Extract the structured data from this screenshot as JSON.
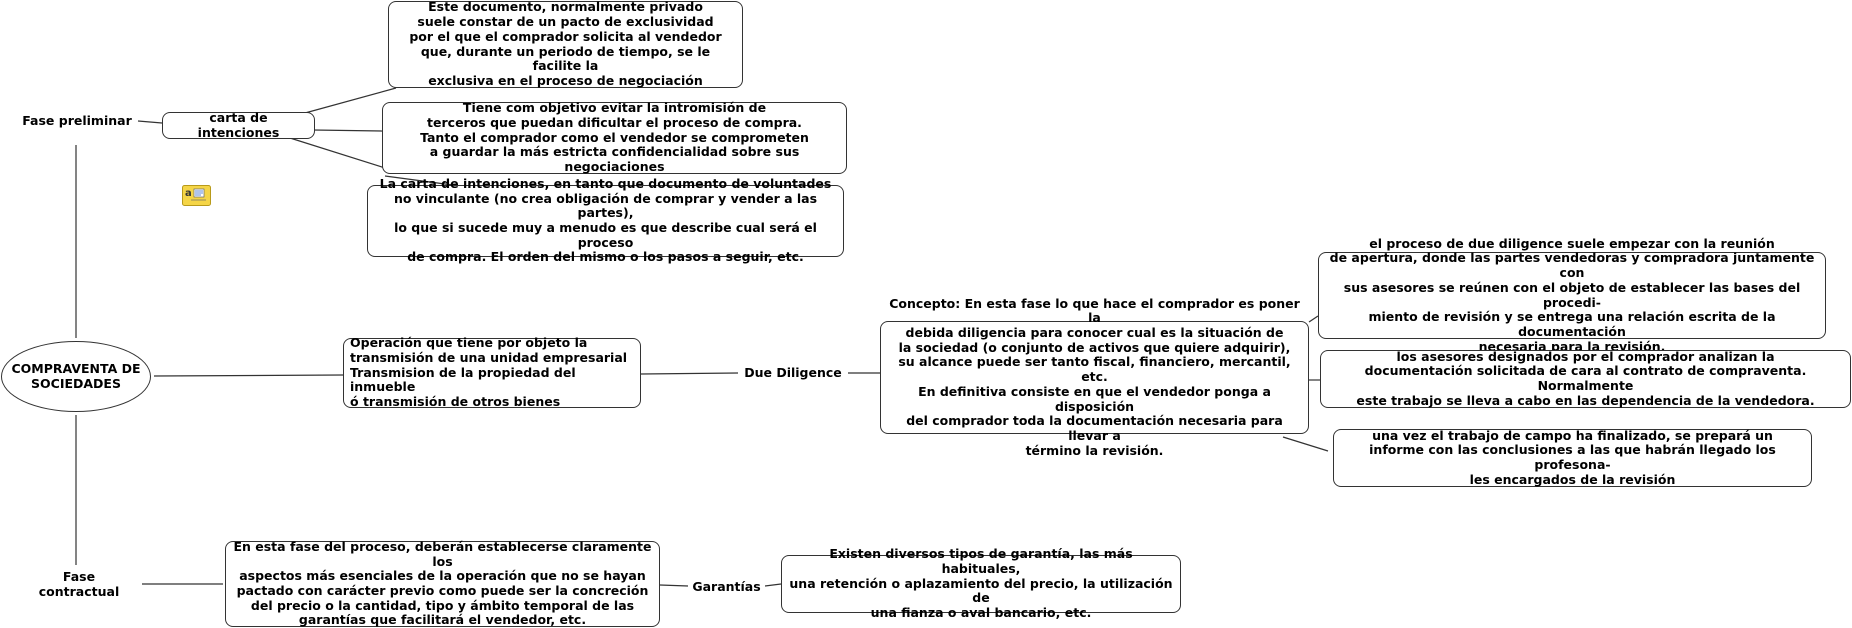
{
  "nodes": {
    "root": "COMPRAVENTA DE\nSOCIEDADES",
    "fase_preliminar": "Fase preliminar",
    "carta": "carta de intenciones",
    "carta_desc1": "Este documento, normalmente privado\nsuele constar de un pacto de exclusividad\npor el que el comprador solicita al vendedor\nque, durante un periodo de tiempo, se le facilite la\nexclusiva en el proceso de negociación",
    "carta_desc2": "Tiene com objetivo evitar la intromisión de\nterceros que puedan dificultar el proceso de compra.\nTanto el comprador como el vendedor se comprometen\na guardar la más estricta confidencialidad sobre sus negociaciones",
    "carta_desc3": "La carta de intenciones, en tanto que documento de voluntades\nno vinculante (no crea obligación de comprar y vender a las partes),\nlo que si sucede muy a menudo es que describe cual será el proceso\nde compra. El orden del mismo o los pasos a seguir, etc.",
    "operacion": "Operación que tiene por objeto la\ntransmisión de una unidad empresarial\nTransmision de la propiedad del inmueble\nó transmisión de otros bienes",
    "due_diligence": "Due Diligence",
    "concepto": "Concepto: En esta fase lo que hace el comprador es poner la\ndebida diligencia para conocer cual es la situación de\nla sociedad (o conjunto de activos que quiere adquirir),\nsu alcance puede ser tanto fiscal, financiero, mercantil, etc.\nEn definitiva consiste en que el vendedor ponga a disposición\ndel comprador toda la documentación necesaria para llevar a\ntérmino la revisión.",
    "dd1": "el proceso de due diligence suele empezar con la reunión\nde apertura, donde las partes vendedoras y compradora juntamente con\nsus asesores se reúnen con el objeto de establecer las bases del procedi-\nmiento de revisión y se entrega una relación escrita de la documentación\nnecesaria para la revisión.",
    "dd2": "los asesores designados por el comprador analizan la\ndocumentación solicitada de cara al contrato de compraventa. Normalmente\neste trabajo se lleva a cabo en las dependencia de la vendedora.",
    "dd3": "una vez el trabajo de campo ha finalizado, se prepará un\ninforme con las conclusiones a las que habrán llegado los profesona-\nles encargados de la revisión",
    "fase_contractual": "Fase contractual",
    "contractual_desc": "En esta fase del proceso, deberán establecerse claramente los\naspectos más esenciales de la operación que no se hayan\npactado con carácter previo como puede ser la concreción\ndel precio o la cantidad, tipo y ámbito temporal de las\ngarantías que facilitará el vendedor, etc.",
    "garantias": "Garantías",
    "garantias_desc": "Existen diversos tipos de garantía, las más habituales,\nuna retención o aplazamiento del precio, la utilización de\nuna fianza o aval bancario, etc."
  },
  "icons": {
    "note": "note-icon"
  },
  "colors": {
    "line": "#333333",
    "note_fill": "#f5d547",
    "note_border": "#b89a1a"
  }
}
